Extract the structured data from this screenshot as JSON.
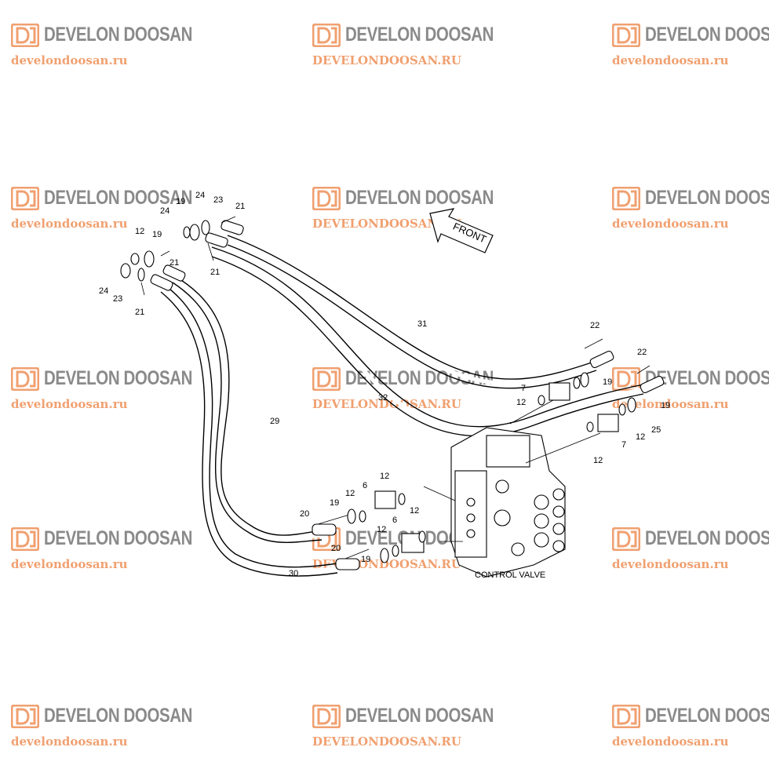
{
  "watermark": {
    "brand": "DEVELON DOOSAN",
    "urls": [
      "develondoosan.ru",
      "DEVELONDOOSAN.RU",
      "develondoosan.ru"
    ],
    "brand_color": "#8a8a8a",
    "mark_color": "#f0a070"
  },
  "diagram": {
    "front_label": "FRONT",
    "control_valve_label": "CONTROL VALVE",
    "callouts": {
      "c19a": "19",
      "c24a": "24",
      "c23a": "23",
      "c21a": "21",
      "c24b": "24",
      "c12a": "12",
      "c19b": "19",
      "c21b": "21",
      "c21c": "21",
      "c24c": "24",
      "c23b": "23",
      "c21d": "21",
      "c31": "31",
      "c22a": "22",
      "c22b": "22",
      "c19c": "19",
      "c7a": "7",
      "c12b": "12",
      "c32": "32",
      "c19d": "19",
      "c12c": "12",
      "c25": "25",
      "c7b": "7",
      "c12d": "12",
      "c29": "29",
      "c6a": "6",
      "c12e": "12",
      "c19e": "19",
      "c12f": "12",
      "c20a": "20",
      "c6b": "6",
      "c12g": "12",
      "c12h": "12",
      "c20b": "20",
      "c19f": "19",
      "c30": "30"
    }
  }
}
